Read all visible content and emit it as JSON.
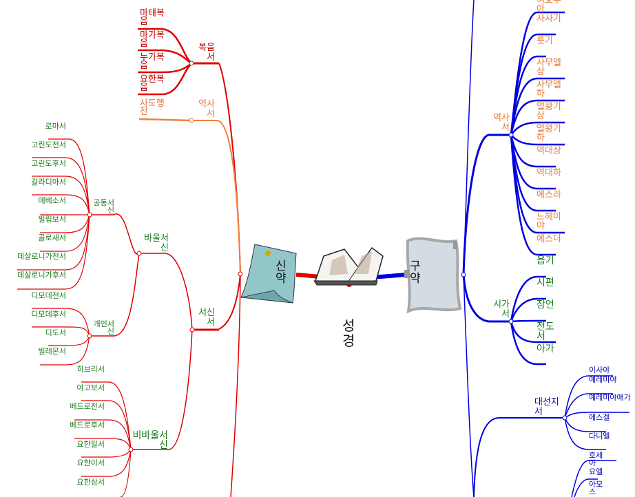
{
  "root": {
    "label": "성경",
    "icon": "open-book-icon"
  },
  "new_testament": {
    "label": "신약",
    "icon": "note-paper-icon",
    "color": "#e00000",
    "branches": {
      "gospels": {
        "label": "복음서",
        "color": "#e00000",
        "items": [
          "마태복음",
          "마가복음",
          "누가복음",
          "요한복음"
        ]
      },
      "history": {
        "label": "역사서",
        "color": "#f08040",
        "items": [
          "사도행전"
        ]
      },
      "letters": {
        "label": "서신서",
        "groups": {
          "pauline": {
            "label": "바울서신",
            "subgroups": {
              "general": {
                "label": "공동서신",
                "items": [
                  "로마서",
                  "고린도전서",
                  "고린도후서",
                  "갈라디아서",
                  "에베소서",
                  "빌립보서",
                  "골로새서",
                  "데살로니가전서",
                  "데살로니가후서"
                ]
              },
              "personal": {
                "label": "개인서신",
                "items": [
                  "디모데전서",
                  "디모데후서",
                  "디도서",
                  "빌레몬서"
                ]
              }
            }
          },
          "non_pauline": {
            "label": "비바울서신",
            "items": [
              "히브리서",
              "야고보서",
              "베드로전서",
              "베드로후서",
              "요한일서",
              "요한이서",
              "요한삼서"
            ]
          }
        }
      }
    }
  },
  "old_testament": {
    "label": "구약",
    "icon": "parchment-frame-icon",
    "color": "#0000e0",
    "branches": {
      "history": {
        "label": "역사서",
        "items": [
          "여호수아",
          "사사기",
          "룻기",
          "사무엘상",
          "사무엘하",
          "열왕기상",
          "열왕기하",
          "역대상",
          "역대하",
          "에스라",
          "느헤미야",
          "에스더"
        ]
      },
      "poetry": {
        "label": "시가서",
        "items": [
          "욥기",
          "시편",
          "잠언",
          "전도서",
          "아가"
        ]
      },
      "major_prophets": {
        "label": "대선지서",
        "items": [
          "이사야",
          "예레미야",
          "예레미야애가",
          "에스겔",
          "다니엘"
        ]
      },
      "minor_prophets": {
        "items": [
          "호세아",
          "요엘",
          "아모스"
        ]
      }
    }
  }
}
